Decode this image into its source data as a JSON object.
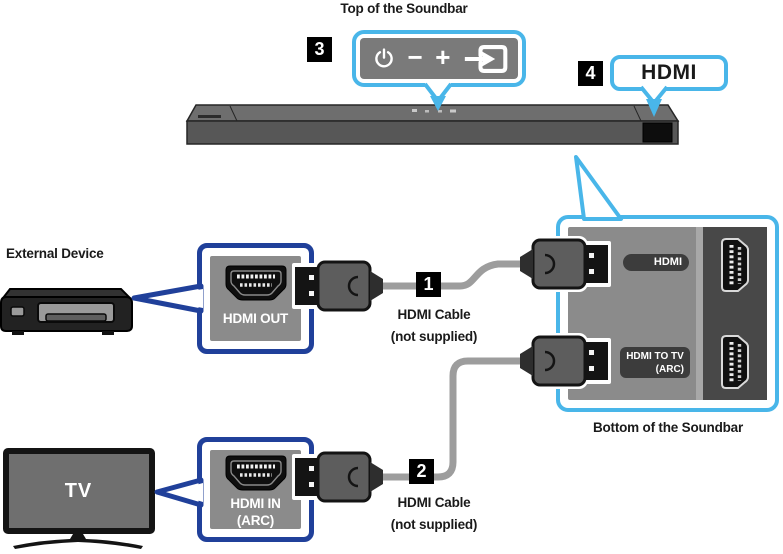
{
  "captions": {
    "top_soundbar": "Top of the Soundbar",
    "bottom_soundbar": "Bottom of the Soundbar",
    "external_device": "External Device",
    "tv_screen": "TV"
  },
  "steps": {
    "one": "1",
    "two": "2",
    "three": "3",
    "four": "4"
  },
  "callouts": {
    "hdmi_bubble": "HDMI",
    "hdmi_out": "HDMI OUT",
    "hdmi_in_line1": "HDMI IN",
    "hdmi_in_line2": "(ARC)"
  },
  "soundbar_ports": {
    "hdmi": "HDMI",
    "hdmi_to_tv_line1": "HDMI TO TV",
    "hdmi_to_tv_line2": "(ARC)"
  },
  "cables": {
    "cable1": {
      "line1": "HDMI Cable",
      "line2": "(not supplied)"
    },
    "cable2": {
      "line1": "HDMI Cable",
      "line2": "(not supplied)"
    }
  },
  "controls": {
    "minus": "−",
    "plus": "+"
  },
  "icon_names": [
    "power-icon",
    "minus-button",
    "plus-button",
    "source-input-icon"
  ],
  "colors": {
    "accent_light_blue": "#49b6e9",
    "accent_dark_blue": "#20409a",
    "panel_gray": "#8b8b8b",
    "control_panel_gray": "#7a7a7a",
    "dark_label": "#3c3c3c",
    "cable_gray": "#9d9d9d",
    "badge_black": "#000000"
  }
}
